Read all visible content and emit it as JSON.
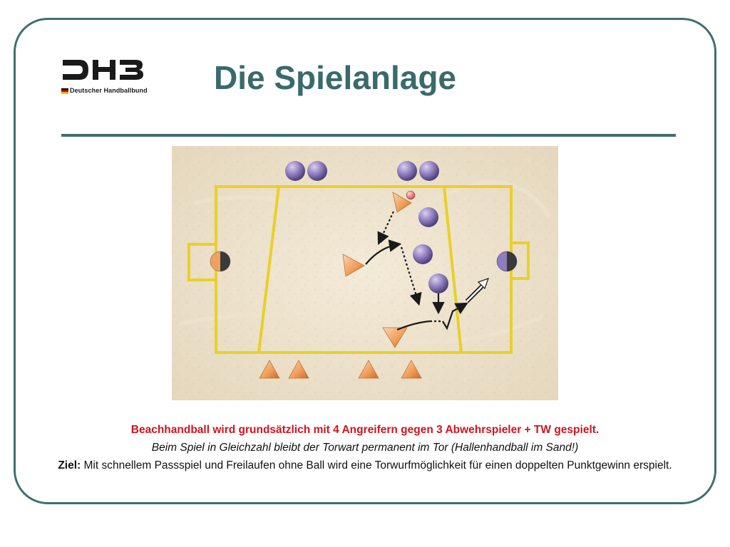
{
  "logo": {
    "mark": "DHB",
    "subtitle": "Deutscher Handballbund"
  },
  "title": "Die Spielanlage",
  "colors": {
    "frame": "#3f6f70",
    "title": "#3a6a6b",
    "court_lines": "#e8d02a",
    "attacker": "#f0a060",
    "defender": "#8a78b8",
    "highlight_text": "#d1141c"
  },
  "diagram": {
    "icons": [
      "attacker-triangle-icon",
      "defender-circle-icon",
      "goalkeeper-circle-icon",
      "ball-icon",
      "pass-arrow-icon",
      "run-arrow-icon"
    ]
  },
  "text": {
    "line1": "Beachhandball wird grundsätzlich mit 4 Angreifern gegen 3 Abwehrspieler + TW gespielt.",
    "line2": "Beim Spiel in Gleichzahl bleibt der Torwart permanent im Tor (Hallenhandball im Sand!)",
    "line3_label": "Ziel:",
    "line3_text": " Mit schnellem Passspiel und Freilaufen ohne Ball wird eine Torwurfmöglichkeit für einen doppelten Punktgewinn erspielt."
  }
}
